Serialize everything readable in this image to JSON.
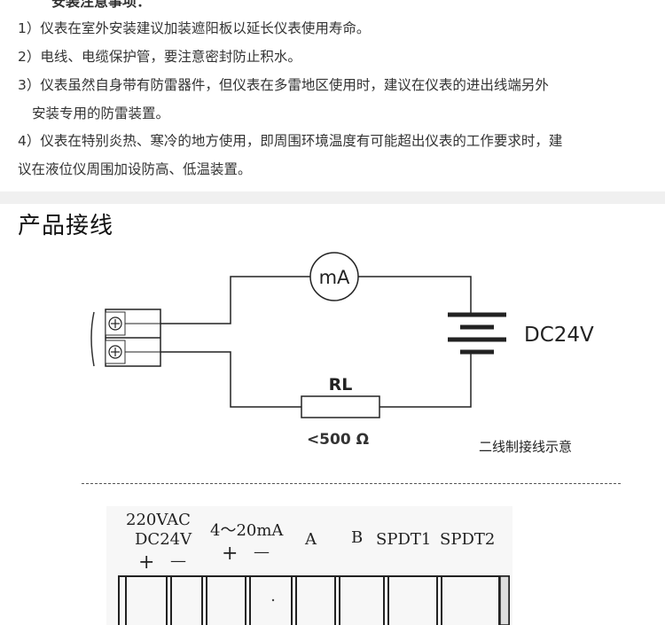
{
  "notes": {
    "heading_partial": "安装注意事项：",
    "lines": [
      "1）仪表在室外安装建议加装遮阳板以延长仪表使用寿命。",
      "2）电线、电缆保护管，要注意密封防止积水。",
      "3）仪表虽然自身带有防雷器件，但仪表在多雷地区使用时，建议在仪表的进出线端另外",
      "安装专用的防雷装置。",
      "4）仪表在特别炎热、寒冷的地方使用，即周围环境温度有可能超出仪表的工作要求时，建",
      "议在液位仪周围加设防高、低温装置。"
    ]
  },
  "section": {
    "title": "产品接线"
  },
  "wiring_diagram": {
    "meter_label": "mA",
    "power_label": "DC24V",
    "resistor_label": "RL",
    "resistor_value": "<500 Ω",
    "caption": "二线制接线示意"
  },
  "terminals": {
    "power_label_1": "220VAC",
    "power_label_2": "DC24V",
    "power_plus": "+",
    "power_minus": "—",
    "current_label": "4～20mA",
    "current_plus": "+",
    "current_minus": "—",
    "a_label": "A",
    "b_label": "B",
    "spdt1_label": "SPDT1",
    "spdt2_label": "SPDT2"
  }
}
